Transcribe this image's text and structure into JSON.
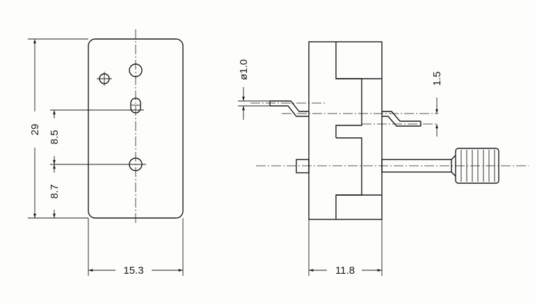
{
  "drawing": {
    "dimensions": {
      "width": "15.3",
      "height_total": "29",
      "hole_spacing": "8.5",
      "bottom_offset": "8.7",
      "depth": "11.8",
      "pin_diameter": "ø1.0",
      "pin_offset": "1.5"
    }
  }
}
